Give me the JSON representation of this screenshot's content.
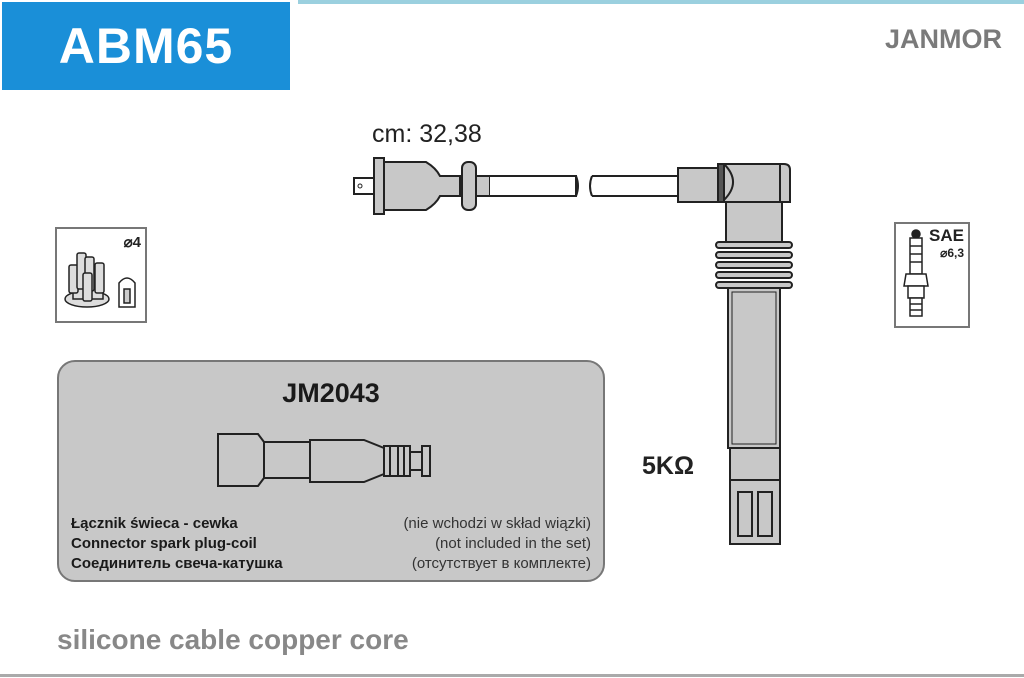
{
  "header": {
    "part_number": "ABM65",
    "brand": "JANMOR",
    "accent_color": "#1a8fd8"
  },
  "cable": {
    "length_label": "cm: 32,38",
    "resistance_label": "5KΩ"
  },
  "distributor_icon": {
    "diameter_label": "⌀4"
  },
  "spark_plug_icon": {
    "standard_label": "SAE",
    "diameter_label": "⌀6,3"
  },
  "connector_panel": {
    "part_number": "JM2043",
    "lines": [
      {
        "bold": "Łącznik świeca - cewka",
        "normal": "(nie wchodzi w skład wiązki)"
      },
      {
        "bold": "Connector spark plug-coil",
        "normal": "(not included in the set)"
      },
      {
        "bold": "Соединитель свеча-катушка",
        "normal": "(отсутствует в комплекте)"
      }
    ]
  },
  "footer": {
    "note": "silicone cable copper core"
  }
}
